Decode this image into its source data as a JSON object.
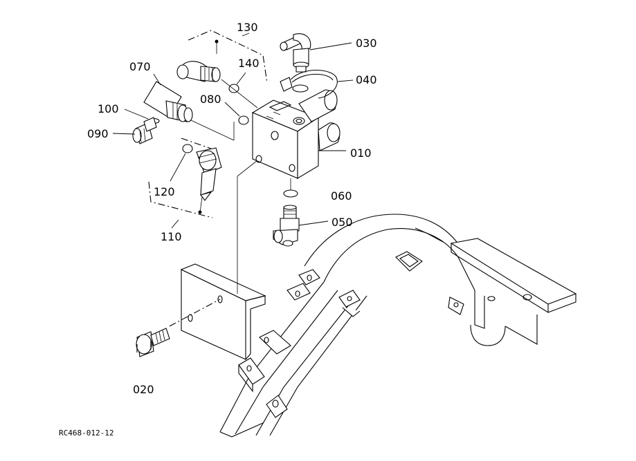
{
  "parts": [
    {
      "id": "p130",
      "label": "130"
    },
    {
      "id": "p030",
      "label": "030"
    },
    {
      "id": "p140",
      "label": "140"
    },
    {
      "id": "p070",
      "label": "070"
    },
    {
      "id": "p040",
      "label": "040"
    },
    {
      "id": "p080",
      "label": "080"
    },
    {
      "id": "p100",
      "label": "100"
    },
    {
      "id": "p090",
      "label": "090"
    },
    {
      "id": "p010",
      "label": "010"
    },
    {
      "id": "p120",
      "label": "120"
    },
    {
      "id": "p060",
      "label": "060"
    },
    {
      "id": "p050",
      "label": "050"
    },
    {
      "id": "p110",
      "label": "110"
    },
    {
      "id": "p020",
      "label": "020"
    }
  ],
  "drawing_code": "RC468-012-12"
}
